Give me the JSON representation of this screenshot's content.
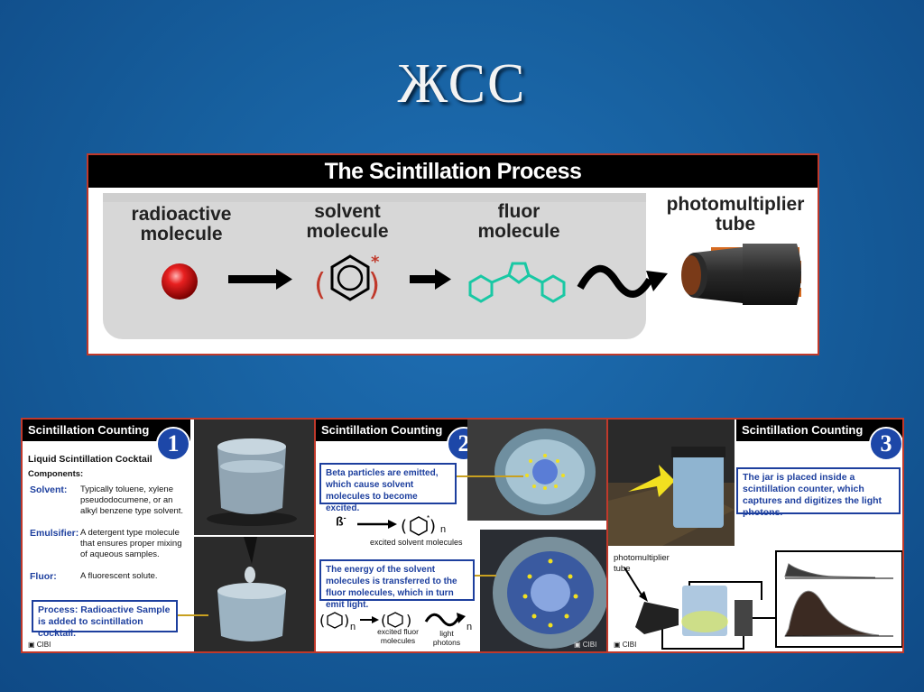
{
  "slide": {
    "title": "ЖСС"
  },
  "diagram": {
    "header": "The Scintillation Process",
    "radioactive": [
      "radioactive",
      "molecule"
    ],
    "solvent": [
      "solvent",
      "molecule"
    ],
    "fluor": [
      "fluor",
      "molecule"
    ],
    "pmt": [
      "photomultiplier",
      "tube"
    ]
  },
  "panel1": {
    "title": "Scintillation Counting",
    "number": "1",
    "heading": "Liquid Scintillation Cocktail",
    "components_label": "Components:",
    "components": [
      {
        "name": "Solvent:",
        "desc": "Typically toluene, xylene pseudodocumene, or an alkyl benzene type solvent."
      },
      {
        "name": "Emulsifier:",
        "desc": "A detergent type molecule that ensures proper mixing of aqueous samples."
      },
      {
        "name": "Fluor:",
        "desc": "A fluorescent solute."
      }
    ],
    "process": "Process: Radioactive Sample is added to scintillation cocktail.",
    "cibi": "CIBI"
  },
  "panel2": {
    "title": "Scintillation Counting",
    "number": "2",
    "box1": "Beta particles are emitted, which cause solvent molecules to become excited.",
    "beta": "ß",
    "beta_sup": "-",
    "sub_n": "n",
    "excited_solvent": "excited solvent molecules",
    "box2": "The energy of the solvent molecules is transferred to the fluor molecules, which in turn emit light.",
    "excited_fluor": "excited fluor molecules",
    "light_photons": "light photons",
    "cibi": "CIBI"
  },
  "panel3": {
    "title": "Scintillation Counting",
    "number": "3",
    "box": "The jar is placed inside a scintillation counter, which captures and digitizes the light photons.",
    "pmt_label": "photomultiplier tube",
    "cibi": "CIBI"
  },
  "colors": {
    "accent_red": "#c0392b",
    "label_blue": "#1d3f9e",
    "fluor_teal": "#19c8a4"
  }
}
